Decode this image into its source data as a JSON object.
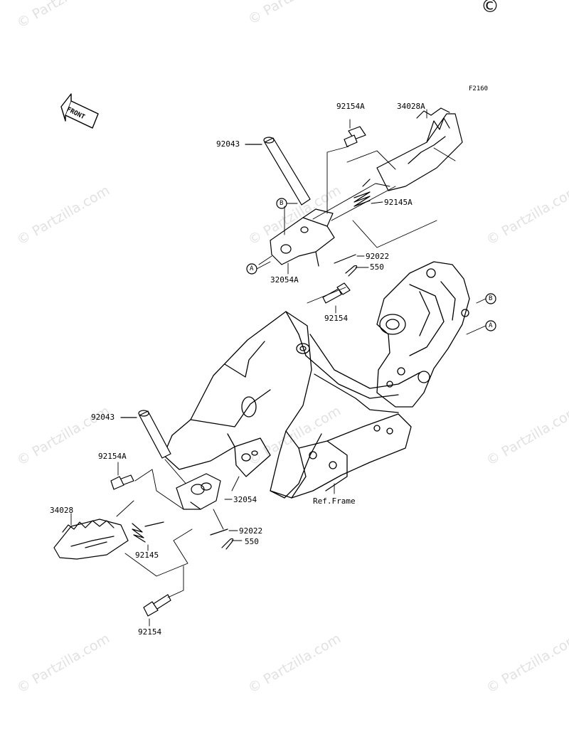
{
  "diagram": {
    "figure_code": "F2160",
    "copyright_symbol": "©",
    "watermark_text": "© Partzilla.com",
    "front_arrow_label": "FRONT",
    "ref_frame_label": "Ref.Frame",
    "ref_markers": {
      "a": "A",
      "b": "B"
    },
    "parts": {
      "p92043_upper": "92043",
      "p92154A_upper": "92154A",
      "p34028A": "34028A",
      "p92145A": "92145A",
      "p92022_upper": "92022",
      "p550_upper": "550",
      "p32054A": "32054A",
      "p92154_upper": "92154",
      "p92043_lower": "92043",
      "p92154A_lower": "92154A",
      "p32054": "32054",
      "p34028": "34028",
      "p92022_lower": "92022",
      "p550_lower": "550",
      "p92145": "92145",
      "p92154_lower": "92154"
    }
  }
}
